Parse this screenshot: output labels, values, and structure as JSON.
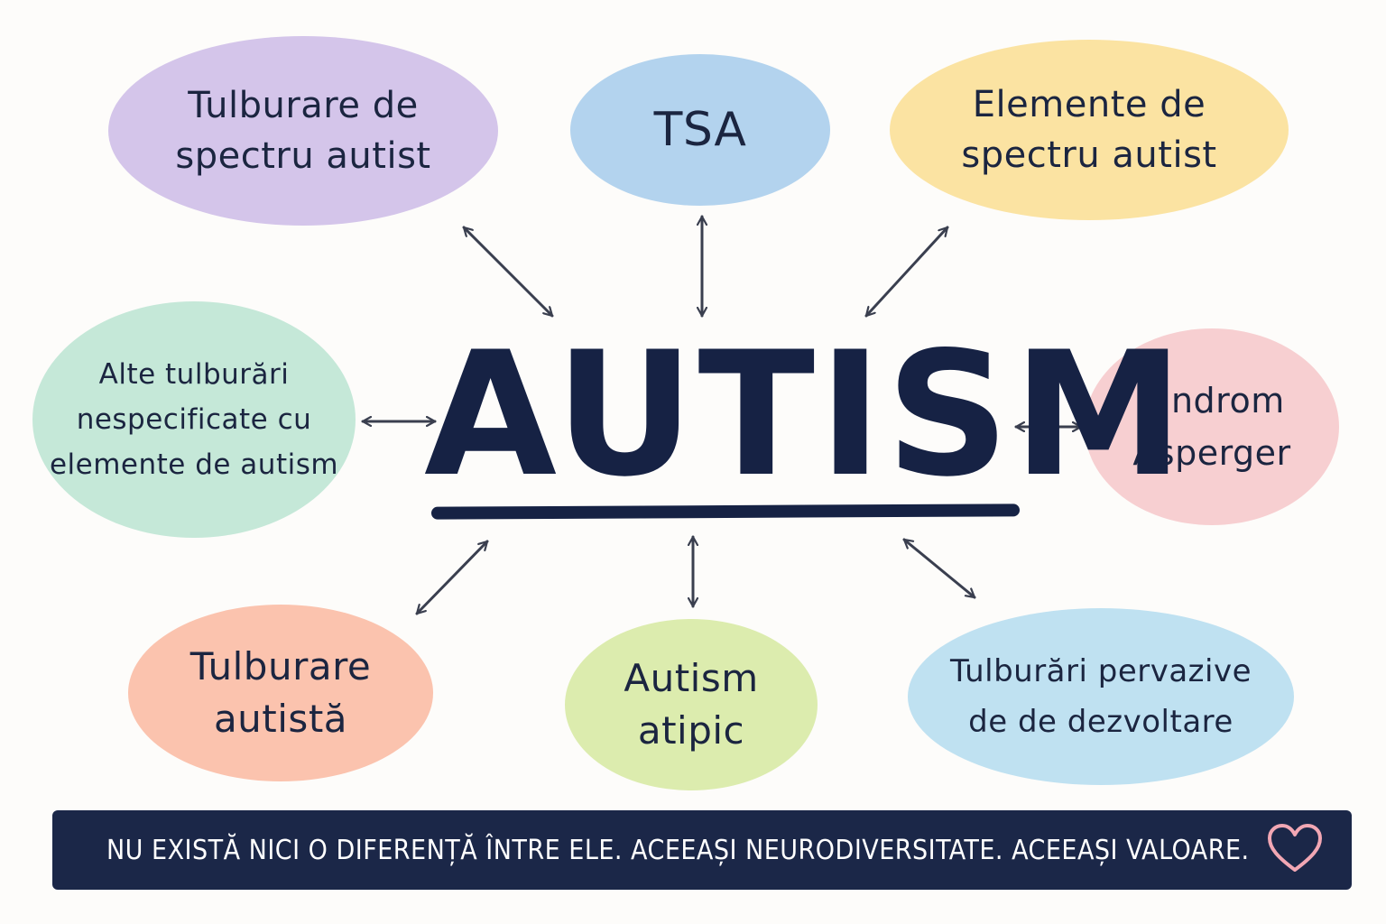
{
  "title": "AUTISM",
  "nodes": {
    "top_left": {
      "label": "Tulburare de\nspectru autist",
      "color": "#d4c5ea"
    },
    "top_center": {
      "label": "TSA",
      "color": "#b3d3ee"
    },
    "top_right": {
      "label": "Elemente de\nspectru autist",
      "color": "#fbe3a2"
    },
    "middle_left": {
      "label": "Alte tulburări\nnespecificate cu\nelemente de autism",
      "color": "#c5e8d8"
    },
    "middle_right": {
      "label": "Sindrom\nAsperger",
      "color": "#f7cfd1"
    },
    "bottom_left": {
      "label": "Tulburare\nautistă",
      "color": "#fbc3ae"
    },
    "bottom_center": {
      "label": "Autism\natipic",
      "color": "#dcecae"
    },
    "bottom_right": {
      "label": "Tulburări pervazive\nde de dezvoltare",
      "color": "#bfe1f1"
    }
  },
  "banner": {
    "text": "NU EXISTĂ NICI O DIFERENȚĂ ÎNTRE ELE. ACEEAȘI NEURODIVERSITATE. ACEEAȘI VALOARE.",
    "icon": "heart-icon",
    "background": "#1b2748",
    "heart_color": "#f2a7b4"
  },
  "colors": {
    "ink": "#162244",
    "arrow": "#3a3f4f"
  }
}
